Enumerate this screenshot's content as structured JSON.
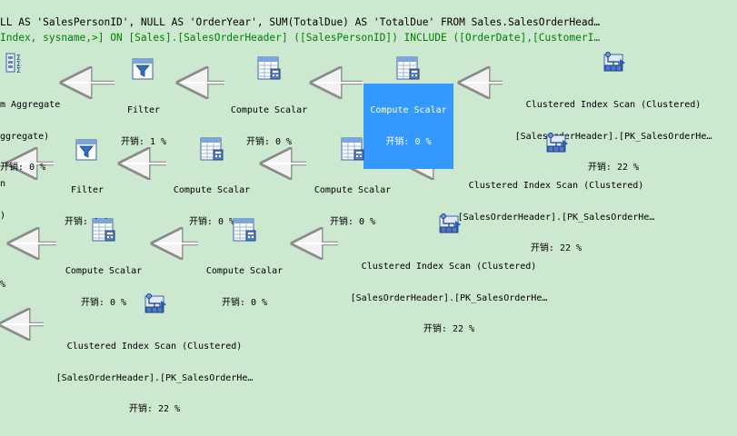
{
  "query": {
    "statement": "LL AS 'SalesPersonID', NULL AS 'OrderYear', SUM(TotalDue) AS 'TotalDue' FROM Sales.SalesOrderHead…",
    "missing_index": "Index, sysname,>] ON [Sales].[SalesOrderHeader] ([SalesPersonID]) INCLUDE ([OrderDate],[CustomerI…"
  },
  "plan": {
    "row1": {
      "aggregate": {
        "name": "m Aggregate",
        "sub": "ggregate)",
        "cost_label": "开销:",
        "cost": "0 %"
      },
      "filter": {
        "name": "Filter",
        "cost_label": "开销:",
        "cost": "1 %"
      },
      "compute_scalar_1": {
        "name": "Compute Scalar",
        "cost_label": "开销:",
        "cost": "0 %"
      },
      "compute_scalar_2": {
        "name": "Compute Scalar",
        "cost_label": "开销:",
        "cost": "0 %"
      },
      "index_scan": {
        "name": "Clustered Index Scan (Clustered)",
        "object": "[SalesOrderHeader].[PK_SalesOrderHe…",
        "cost_label": "开销:",
        "cost": "22 %"
      }
    },
    "row2": {
      "partial": {
        "name": "n",
        "sub": ")"
      },
      "filter": {
        "name": "Filter",
        "cost_label": "开销:",
        "cost": "1 %"
      },
      "compute_scalar_1": {
        "name": "Compute Scalar",
        "cost_label": "开销:",
        "cost": "0 %"
      },
      "compute_scalar_2": {
        "name": "Compute Scalar",
        "cost_label": "开销:",
        "cost": "0 %"
      },
      "index_scan": {
        "name": "Clustered Index Scan (Clustered)",
        "object": "[SalesOrderHeader].[PK_SalesOrderHe…",
        "cost_label": "开销:",
        "cost": "22 %"
      }
    },
    "row3": {
      "partial": {
        "cost": "%"
      },
      "compute_scalar_1": {
        "name": "Compute Scalar",
        "cost_label": "开销:",
        "cost": "0 %"
      },
      "compute_scalar_2": {
        "name": "Compute Scalar",
        "cost_label": "开销:",
        "cost": "0 %"
      },
      "index_scan": {
        "name": "Clustered Index Scan (Clustered)",
        "object": "[SalesOrderHeader].[PK_SalesOrderHe…",
        "cost_label": "开销:",
        "cost": "22 %"
      }
    },
    "row4": {
      "index_scan": {
        "name": "Clustered Index Scan (Clustered)",
        "object": "[SalesOrderHeader].[PK_SalesOrderHe…",
        "cost_label": "开销:",
        "cost": "22 %"
      }
    }
  },
  "colors": {
    "background": "#cce8cf",
    "selection": "#3399ff",
    "missing_index_text": "#008000"
  },
  "icons": [
    "stream-aggregate-icon",
    "filter-icon",
    "compute-scalar-icon",
    "clustered-index-scan-icon"
  ]
}
